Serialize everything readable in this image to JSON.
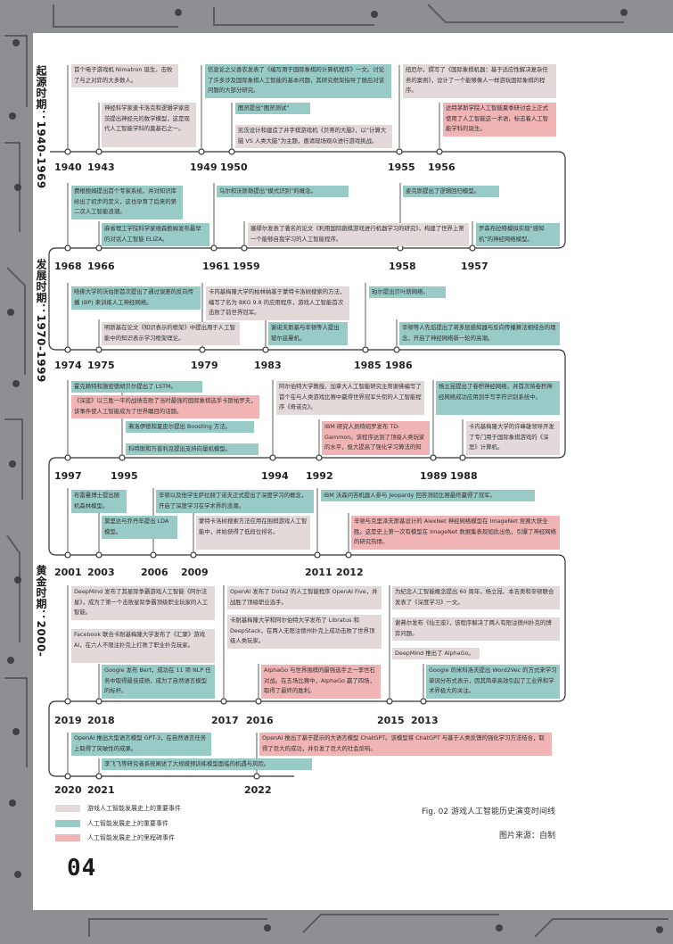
{
  "periods": {
    "origin": "起源时期：1940-1969",
    "development": "发展时期：1970-1999",
    "golden": "黄金时期：2000-"
  },
  "years": {
    "r1": [
      "1940",
      "1943",
      "1949",
      "1950",
      "1955",
      "1956"
    ],
    "r2": [
      "1968",
      "1966",
      "1961",
      "1959",
      "1958",
      "1957"
    ],
    "r3": [
      "1974",
      "1975",
      "1979",
      "1983",
      "1985",
      "1986"
    ],
    "r4": [
      "1997",
      "1995",
      "1994",
      "1992",
      "1989",
      "1988"
    ],
    "r5": [
      "2001",
      "2003",
      "2006",
      "2009",
      "2011",
      "2012"
    ],
    "r6": [
      "2019",
      "2018",
      "2017",
      "2016",
      "2015",
      "2013"
    ],
    "r7": [
      "2020",
      "2021",
      "2022"
    ]
  },
  "events": [
    "首个电子游戏机 Nimatron 诞生，击败了与之对弈的大多数人。",
    "神经科学家麦卡洛克和逻辑学家皮茨提出神经元的数学模型，这是现代人工智能学科的奠基石之一。",
    "信息论之父香农发表了《编写用于国际象棋的计算机程序》一文。讨论了许多涉及国际象棋人工智能的基本问题，其研究框架指导了随后对该问题的大部分研究。",
    "图灵提出“图灵测试”",
    "凯茨设计和建造了井字棋游戏机《贝蒂的大脑》，以“计算大脑 VS 人类大脑”为主题，邀请现场观众进行游戏挑战。",
    "纽厄尔，撰写了《国际象棋机器：基于适应性解决复杂任务的案例》，设计了一个能够像人一样游玩国际象棋的程序。",
    "达特茅斯学院人工智能夏季研讨会上正式使用了人工智能这一术语，标志着人工智能学科的诞生。",
    "费根鲍姆提出首个专家系统，并对知识库给出了初步的定义，这也孕育了后来的第二次人工智能浪潮。",
    "麻省理工学院科学家维森鲍姆发布最早的对话人工智能 ELIZA。",
    "乌尔和沃斯勒提出“模式识别”的概念。",
    "塞缪尔发表了著名的论文《利用国际跳棋游戏进行机器学习的研究》，构建了世界上第一个能够自我学习的人工智能程序。",
    "麦克斯提出了逻辑回归模型。",
    "罗森布拉特模拟实现“感知机”的神经网络模型。",
    "哈佛大学的沃伯斯首次提出了通过误差的反向传播 (BP) 来训练人工神经网络。",
    "明斯基在论文《知识表示的框架》中提出用于人工智能中的知识表示学习框架理论。",
    "卡内基梅隆大学的柏林纳基于蒙特卡洛树搜索的方法，编写了名为 BKG 9.8 的应用程序，游戏人工智能首次击败了前世界冠军。",
    "谢诺夫斯基与辛顿等人提出玻尔兹曼机。",
    "珀尔提出贝叶斯网络。",
    "辛顿等人先后提出了将多层感知器与反向传播算法相结合的理念，开启了神经网络新一轮的高潮。",
    "霍克赖特和施密德胡贝尔提出了 LSTM。",
    "《深蓝》以三胜一平的战绩击败了当时最强的国际象棋选手卡斯帕罗夫，该事件使人工智能成为了世界瞩目的话题。",
    "弗洛伊德和夏皮尔提出 Boosting 方法。",
    "科特斯和万普利克提出支持向量机模型。",
    "阿尔伯特大学教授、加拿大人工智能研究主席谢佛编写了首个在与人类游戏比赛中赢得世界冠军头衔的人工智能程序《奇诺克》。",
    "IBM 研究人员特绍罗发布 TD-Gammon。该程序达到了顶级人类玩家的水平，极大提高了强化学习算法的知名度。",
    "杨立昆提出了卷积神经网络，并首次将卷积神经网络成功应用到手写字符识别系统中。",
    "卡内基梅隆大学的许峰雄领导开发了专门用于国际象棋游戏的《深思》计算机。",
    "布雷曼博士提出随机森林模型。",
    "辛顿以及他学生萨拉赫丁诺夫正式提出了深度学习的概念，开启了深度学习在学术界的浪潮。",
    "IBM 沃森问答机器人参与 Jeopardy 回答测验比赛最终赢得了冠军。",
    "莫里达与乔丹年提出 LDA 模型。",
    "蒙特卡洛树搜索方法应用在围棋游戏人工智能中，并始获得了低段位排名。",
    "辛顿与克里泽夫斯基设计的 AlexNet 神经网络模型在 ImageNet 竞赛大获全胜。这是史上第一次有模型在 ImageNet 数据集表现如此出色，引爆了神经网络的研究热情。",
    "DeepMind 发布了其星际争霸游戏人工智能《阿尔法星》，成为了第一个击败星际争霸顶级职业玩家的人工智能。",
    "Facebook 联合卡耐基梅隆大学发布了《汇聚》游戏 AI，在六人不限注扑克上打败了职业扑克玩家。",
    "Google 发布 Bert，成功在 11 项 NLP 任务中取得最佳成绩，成为了自然语言模型的标杆。",
    "OpenAI 发布了 Dota2 的人工智能程序 OpenAI Five，并战胜了顶级职业选手。",
    "卡耐基梅隆大学和阿尔伯特大学发布了 Libratus 和 DeepStack，在两人无限注德州扑克上成功击败了世界顶级人类玩家。",
    "AlphaGo 与世界围棋的最强选手之一李世石对战。在五场比赛中，AlphaGo 赢了四场，取得了最终的胜利。",
    "为纪念人工智能概念提出 60 周年，杨立昆、本吉奥和辛顿联合发表了《深度学习》一文。",
    "谢弗尔发布《仙王座》，该程序解决了两人有限注德州扑克的博弈问题。",
    "DeepMind 推出了 AlphaGo。",
    "Google 的米科洛夫提出 Word2Vec 的方式来学习单词分布式表示，因其简单高效引起了工业界和学术界极大的关注。",
    "OpenAI 推出大型语言模型 GPT-3，在自然语言任务上取得了突破性的成果。",
    "李飞飞等研究者系统阐述了大规模预训练模型面临的机遇与风险。",
    "OpenAI 推出了基于提示的大语言模型 ChatGPT。该模型将 ChatGPT 与基于人类反馈的强化学习方法结合，取得了巨大的成功，并引发了巨大的社会反响。"
  ],
  "legend": [
    {
      "label": "游戏人工智能发展史上的重要事件",
      "color": "#e3d9d9"
    },
    {
      "label": "人工智能发展史上的重要事件",
      "color": "#98cbc6"
    },
    {
      "label": "人工智能发展史上的里程碑事件",
      "color": "#f0b4b4"
    }
  ],
  "caption": "Fig. 02 游戏人工智能历史演变时间线",
  "source": "图片来源：自制",
  "page_number": "04"
}
